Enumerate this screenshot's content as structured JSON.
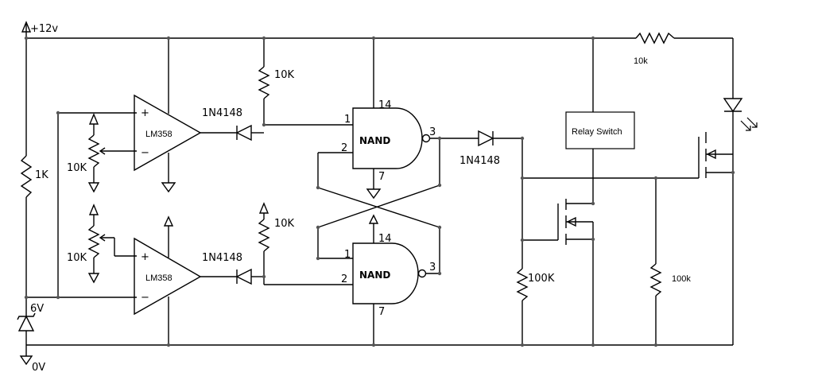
{
  "supply": {
    "vplus": "+12v",
    "ground": "0V"
  },
  "zener": {
    "label": "6V"
  },
  "resistors": {
    "r_divider": "1K",
    "pot_top": "10K",
    "pot_bottom": "10K",
    "pullup_top": "10K",
    "pullup_bottom": "10K",
    "gate_pulldown": "100K",
    "pulldown_right": "100k",
    "led_series": "10k"
  },
  "opamps": {
    "top": {
      "name": "LM358",
      "plus": "+",
      "minus": "−"
    },
    "bottom": {
      "name": "LM358",
      "plus": "+",
      "minus": "−"
    }
  },
  "diodes": {
    "top": "1N4148",
    "bottom": "1N4148",
    "out": "1N4148"
  },
  "gates": {
    "top": {
      "name": "NAND",
      "pin_in1": "1",
      "pin_in2": "2",
      "pin_out": "3",
      "pin_vcc": "14",
      "pin_gnd": "7"
    },
    "bottom": {
      "name": "NAND",
      "pin_in1": "1",
      "pin_in2": "2",
      "pin_out": "3",
      "pin_vcc": "14",
      "pin_gnd": "7"
    }
  },
  "relay": {
    "label": "Relay Switch"
  },
  "colors": {
    "wire": "#000000",
    "junction": "#555555",
    "background": "#ffffff"
  }
}
